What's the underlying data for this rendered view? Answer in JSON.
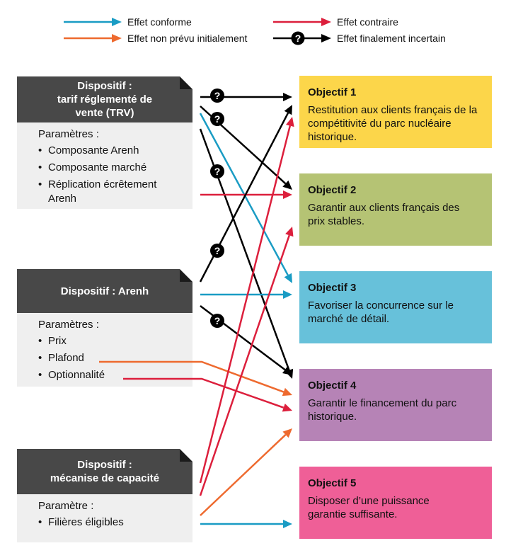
{
  "colors": {
    "conforme": "#1a9cc4",
    "non_prevu": "#ee6a2f",
    "contraire": "#dc1f3c",
    "incertain": "#000000"
  },
  "legend": {
    "conforme": "Effet conforme",
    "non_prevu": "Effet non prévu initialement",
    "contraire": "Effet contraire",
    "incertain": "Effet finalement incertain",
    "question_mark": "?"
  },
  "dispositifs": [
    {
      "title_lines": [
        "Dispositif :",
        "tarif réglementé de",
        "vente (TRV)"
      ],
      "params_title": "Paramètres :",
      "params": [
        "Composante Arenh",
        "Composante marché",
        "Réplication écrêtement Arenh"
      ]
    },
    {
      "title_lines": [
        "Dispositif : Arenh"
      ],
      "params_title": "Paramètres :",
      "params": [
        "Prix",
        "Plafond",
        "Optionnalité"
      ]
    },
    {
      "title_lines": [
        "Dispositif :",
        "mécanise de capacité"
      ],
      "params_title": "Paramètre :",
      "params": [
        "Filières éligibles"
      ]
    }
  ],
  "objectifs": [
    {
      "title": "Objectif 1",
      "text": "Restitution aux clients français de la compétitivité du parc nucléaire historique.",
      "color": "#fcd64a"
    },
    {
      "title": "Objectif 2",
      "text": "Garantir aux clients français des prix stables.",
      "color": "#b5c374"
    },
    {
      "title": "Objectif 3",
      "text": "Favoriser la concurrence sur le marché de détail.",
      "color": "#67c1da"
    },
    {
      "title": "Objectif 4",
      "text": "Garantir le financement du parc historique.",
      "color": "#b683b6"
    },
    {
      "title": "Objectif 5",
      "text": "Disposer d’une puissance garantie suffisante.",
      "color": "#ef5f97"
    }
  ]
}
